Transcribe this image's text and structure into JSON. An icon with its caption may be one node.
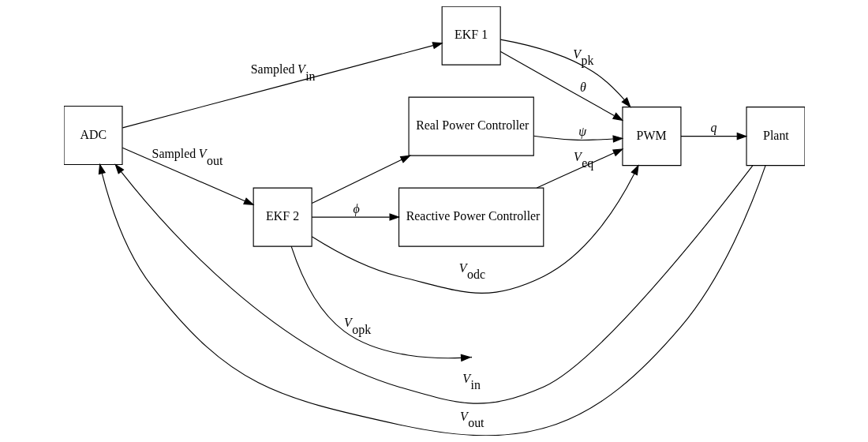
{
  "diagram": {
    "nodes": [
      {
        "text": [
          "ADC"
        ]
      },
      {
        "text": [
          "EKF 1"
        ]
      },
      {
        "text": [
          "EKF 2"
        ]
      },
      {
        "text": [
          "Real Power Controller"
        ]
      },
      {
        "text": [
          "Reactive Power Controller"
        ]
      },
      {
        "text": [
          "PWM"
        ]
      },
      {
        "text": [
          "Plant"
        ]
      }
    ],
    "edges": [
      {
        "from": 6,
        "to": 0,
        "arrow": "to",
        "label": "*V*$_{in}$"
      },
      {
        "from": 6,
        "to": 0,
        "arrow": "to",
        "label": "*V*$_{out}$"
      },
      {
        "from": 0,
        "to": 1,
        "arrow": "to",
        "label": "Sampled *V*$_{in}$"
      },
      {
        "from": 0,
        "to": 2,
        "arrow": "to",
        "label": "Sampled *V*$_{out}$"
      },
      {
        "from": 1,
        "to": 5,
        "arrow": "to",
        "label": "*V*$_{pk}$"
      },
      {
        "from": 1,
        "to": 5,
        "arrow": "to",
        "label": "*θ*"
      },
      {
        "from": 2,
        "to": 5,
        "arrow": "to",
        "label": "*V*$_{odc}$"
      },
      {
        "from": 2,
        "to": 3,
        "arrow": "to"
      },
      {
        "from": 2,
        "to": null,
        "arrow": "to",
        "label": "*V*$_{opk}$"
      },
      {
        "from": 2,
        "to": 4,
        "arrow": "to",
        "label": "*ϕ*"
      },
      {
        "from": 3,
        "to": 5,
        "arrow": "to",
        "label": "*ψ*"
      },
      {
        "from": 4,
        "to": 5,
        "arrow": "to",
        "label": "*V*$_{eq}$"
      },
      {
        "from": 5,
        "to": 6,
        "arrow": "to",
        "label": "*q*"
      }
    ]
  }
}
